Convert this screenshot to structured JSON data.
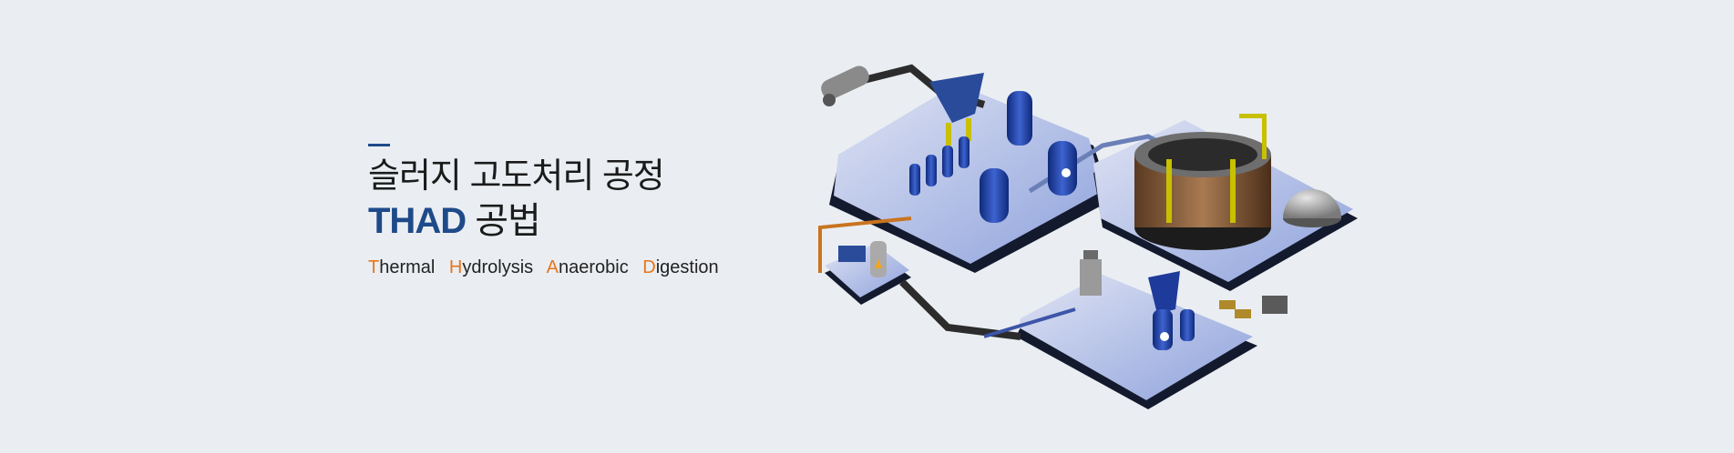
{
  "hero": {
    "title_line1": "슬러지 고도처리 공정",
    "title_line2_highlight": "THAD",
    "title_line2_rest": " 공법",
    "subtitle": [
      {
        "first": "T",
        "rest": "hermal"
      },
      {
        "first": "H",
        "rest": "ydrolysis"
      },
      {
        "first": "A",
        "rest": "naerobic"
      },
      {
        "first": "D",
        "rest": "igestion"
      }
    ]
  },
  "colors": {
    "background": "#eaeef2",
    "brand_blue": "#1f4a8a",
    "accent_orange": "#e8751a",
    "platform": "#9fb0e0",
    "tank_blue": "#1e3a9a"
  }
}
